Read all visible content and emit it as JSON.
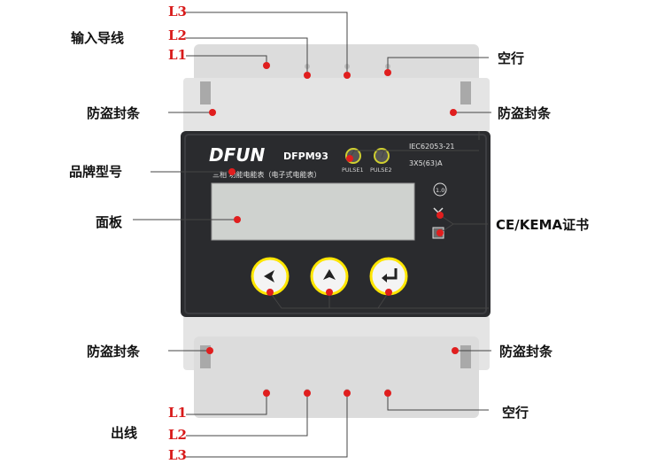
{
  "labels": {
    "input_wire": "输入导线",
    "output_wire": "出线",
    "empty_slot_top": "空行",
    "empty_slot_bottom": "空行",
    "seal_top_left": "防盗封条",
    "seal_top_right": "防盗封条",
    "seal_bottom_left": "防盗封条",
    "seal_bottom_right": "防盗封条",
    "model_label": "品牌型号",
    "panel_label": "面板",
    "cert_label": "CE/KEMA证书"
  },
  "phases_top": [
    "L3",
    "L2",
    "L1"
  ],
  "phases_bottom": [
    "L1",
    "L2",
    "L3"
  ],
  "device": {
    "brand": "DFUN",
    "model": "DFPM93",
    "subtitle": "三相 功能电能表（电子式电能表）",
    "standard": "IEC62053-21",
    "rating": "3X5(63)A",
    "pulse1": "PULSE1",
    "pulse2": "PULSE2",
    "accuracy": "1.0"
  },
  "buttons": [
    "left-arrow",
    "up-arrow",
    "enter"
  ],
  "colors": {
    "marker": "#e01e1e",
    "panel": "#2a2b2e",
    "case": "#e6e6e6",
    "button_ring": "#ffe600"
  }
}
